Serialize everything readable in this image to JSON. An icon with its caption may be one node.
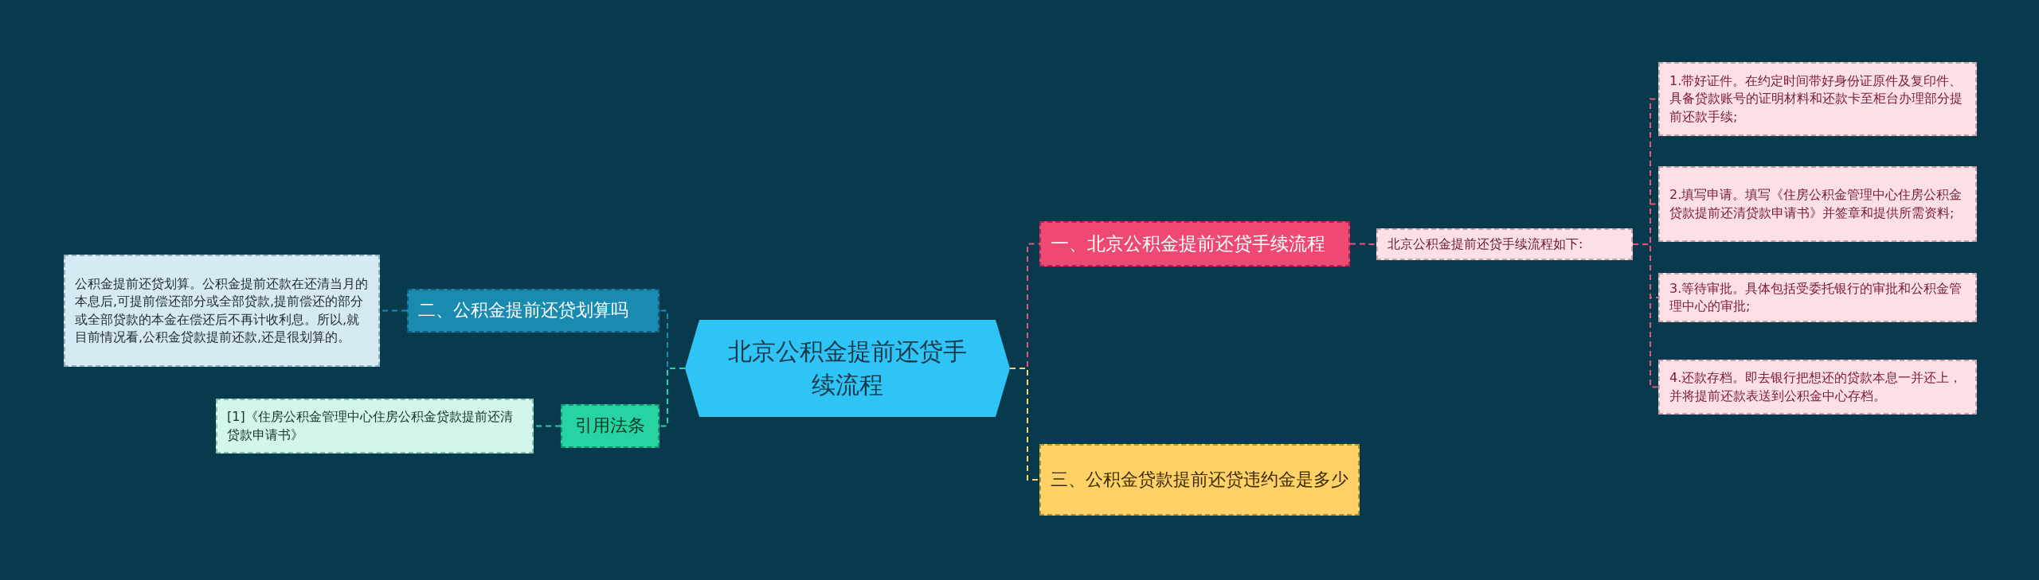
{
  "diagram": {
    "nodes": [
      {
        "text": [
          "北京公积金提前还贷手续流程"
        ]
      },
      {
        "text": [
          "一、北京公积金提前还贷手续流程"
        ]
      },
      {
        "text": [
          "北京公积金提前还贷手续流程如下:"
        ]
      },
      {
        "text": [
          "1.带好证件。在约定时间带好身份证原件及复印件、具备贷款账号的证明材料和还款卡至柜台办理部分提前还款手续;"
        ]
      },
      {
        "text": [
          "2.填写申请。填写《住房公积金管理中心住房公积金贷款提前还清贷款申请书》并签章和提供所需资料;"
        ]
      },
      {
        "text": [
          "3.等待审批。具体包括受委托银行的审批和公积金管理中心的审批;"
        ]
      },
      {
        "text": [
          "4.还款存档。即去银行把想还的贷款本息一并还上，并将提前还款表送到公积金中心存档。"
        ]
      },
      {
        "text": [
          "三、公积金贷款提前还贷违约金是多少"
        ]
      },
      {
        "text": [
          "二、公积金提前还贷划算吗"
        ]
      },
      {
        "text": [
          "公积金提前还贷划算。公积金提前还款在还清当月的本息后,可提前偿还部分或全部贷款,提前偿还的部分或全部贷款的本金在偿还后不再计收利息。所以,就目前情况看,公积金贷款提前还款,还是很划算的。"
        ]
      },
      {
        "text": [
          "引用法条"
        ]
      },
      {
        "text": [
          "[1]《住房公积金管理中心住房公积金贷款提前还清贷款申请书》"
        ]
      }
    ],
    "edges": [
      {
        "from": 0,
        "to": 1,
        "arrow": "none"
      },
      {
        "from": 1,
        "to": 2,
        "arrow": "none"
      },
      {
        "from": 2,
        "to": 3,
        "arrow": "none"
      },
      {
        "from": 2,
        "to": 4,
        "arrow": "none"
      },
      {
        "from": 2,
        "to": 5,
        "arrow": "none"
      },
      {
        "from": 2,
        "to": 6,
        "arrow": "none"
      },
      {
        "from": 0,
        "to": 7,
        "arrow": "none",
        "color": "#ffd166"
      },
      {
        "from": 0,
        "to": 8,
        "arrow": "none",
        "color": "#1a8bb0"
      },
      {
        "from": 8,
        "to": 9,
        "arrow": "none",
        "color": "#1a8bb0"
      },
      {
        "from": 0,
        "to": 10,
        "arrow": "none",
        "color": "#27d3a0"
      },
      {
        "from": 10,
        "to": 11,
        "arrow": "none",
        "color": "#27d3a0"
      }
    ]
  }
}
